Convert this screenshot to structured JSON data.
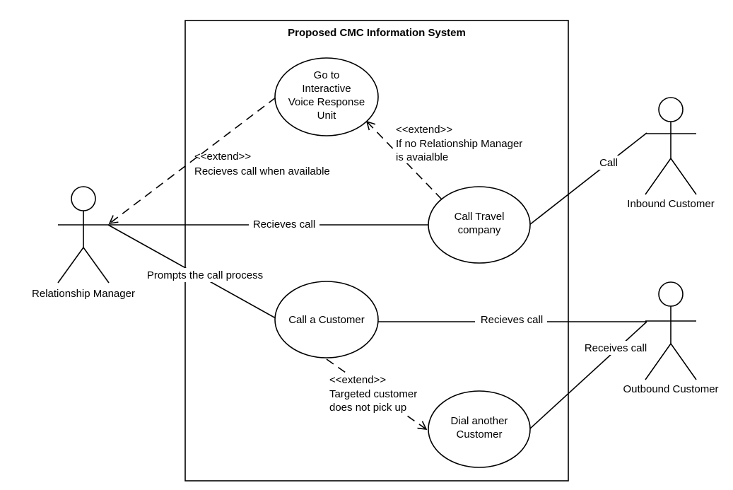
{
  "system": {
    "title": "Proposed CMC Information System"
  },
  "actors": {
    "relationship_manager": "Relationship Manager",
    "inbound_customer": "Inbound Customer",
    "outbound_customer": "Outbound Customer"
  },
  "use_cases": {
    "ivr": [
      "Go to",
      "Interactive",
      "Voice Response",
      "Unit"
    ],
    "call_travel": [
      "Call Travel",
      "company"
    ],
    "call_customer": [
      "Call a Customer"
    ],
    "dial_another": [
      "Dial another",
      "Customer"
    ]
  },
  "relations": {
    "ivr_extend": [
      "<<extend>>",
      "Recieves call when available"
    ],
    "travel_extend": [
      "<<extend>>",
      "If no Relationship Manager",
      "is avaialble"
    ],
    "rm_recieves_call": "Recieves call",
    "prompts": "Prompts the call process",
    "inbound_call": "Call",
    "outbound_recieves_call": "Recieves call",
    "outbound_receives_call": "Receives call",
    "dial_extend": [
      "<<extend>>",
      "Targeted customer",
      "does not pick up"
    ]
  }
}
